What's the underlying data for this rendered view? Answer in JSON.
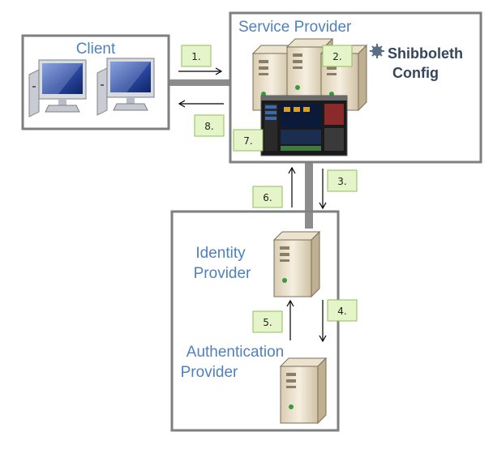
{
  "labels": {
    "client": "Client",
    "service_provider": "Service Provider",
    "identity_provider_line1": "Identity",
    "identity_provider_line2": "Provider",
    "authentication_provider_line1": "Authentication",
    "authentication_provider_line2": "Provider",
    "shibboleth_line1": "Shibboleth",
    "shibboleth_line2": "Config"
  },
  "steps": {
    "s1": "1.",
    "s2": "2.",
    "s3": "3.",
    "s4": "4.",
    "s5": "5.",
    "s6": "6.",
    "s7": "7.",
    "s8": "8."
  },
  "colors": {
    "label_blue": "#4f81bd",
    "box_border": "#7f7f7f",
    "step_fill": "#e6f5c9",
    "step_border": "#8fbf5a",
    "server_body": "#f1e8d6",
    "monitor_screen": "#2b4fa0",
    "connector": "#8c8c8c"
  },
  "icons": {
    "client_computers": "desktop-computer-icon",
    "sp_servers": "server-tower-icon",
    "app_screenshot": "application-window-icon",
    "shibboleth_logo": "shibboleth-gear-icon"
  }
}
